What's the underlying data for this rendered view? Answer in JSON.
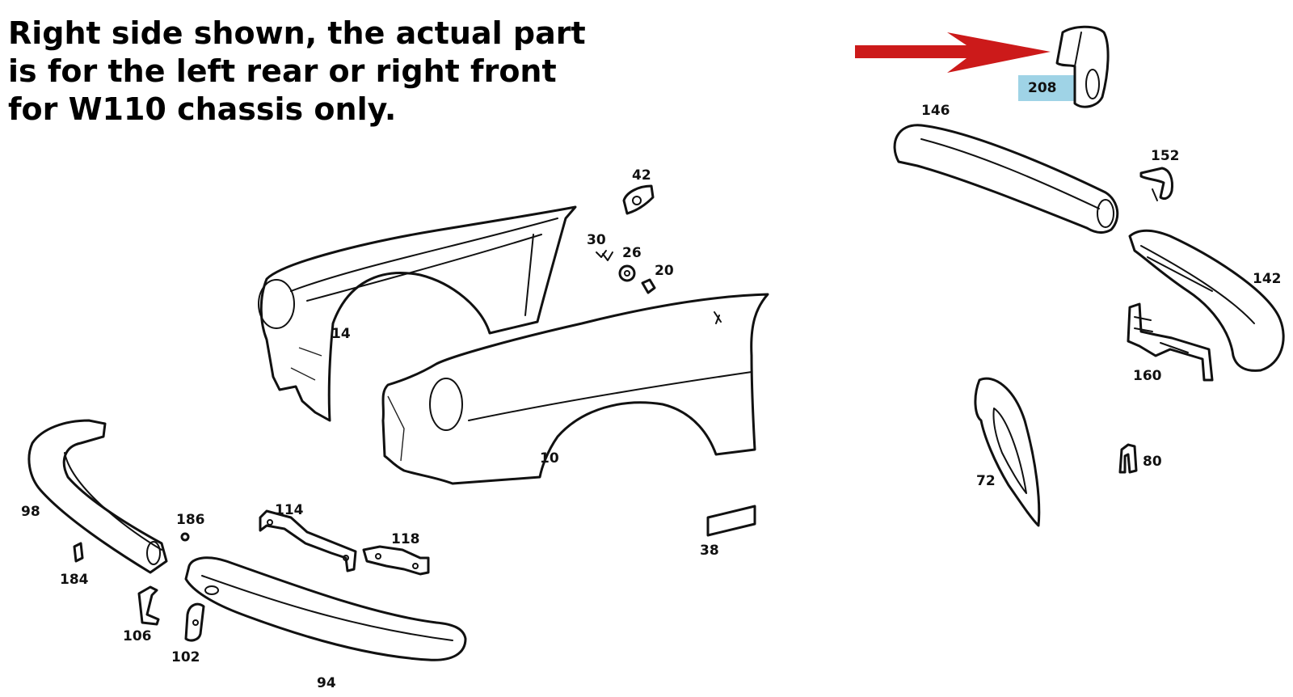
{
  "caption": {
    "line1": "Right side shown, the actual part",
    "line2": "is for the left rear or right front",
    "line3": "for W110 chassis only."
  },
  "highlight": {
    "part": "208",
    "arrow_color": "#cc1a1a",
    "highlight_color": "#9fd3e6"
  },
  "parts": {
    "p208": "208",
    "p146": "146",
    "p152": "152",
    "p142": "142",
    "p160": "160",
    "p80": "80",
    "p72": "72",
    "p42": "42",
    "p30": "30",
    "p26": "26",
    "p20": "20",
    "p14": "14",
    "p10": "10",
    "p38": "38",
    "p98": "98",
    "p186": "186",
    "p184": "184",
    "p114": "114",
    "p118": "118",
    "p106": "106",
    "p102": "102",
    "p94": "94"
  }
}
